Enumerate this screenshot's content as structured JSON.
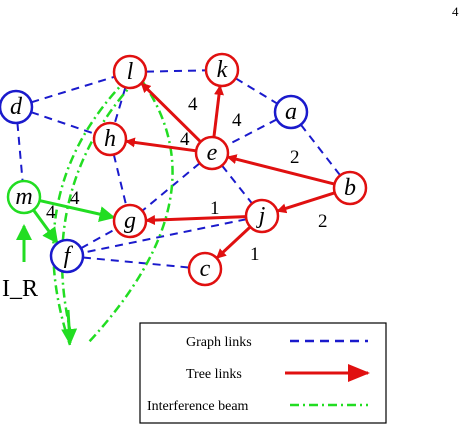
{
  "page_number": "4",
  "colors": {
    "graph_link": "#1a1acc",
    "tree_link": "#e01010",
    "interference_beam": "#22dd22",
    "red_node": "#e01010",
    "blue_node": "#1a1acc",
    "green_node": "#22dd22",
    "text": "#000000"
  },
  "nodes": [
    {
      "id": "l",
      "label": "l",
      "color": "red"
    },
    {
      "id": "k",
      "label": "k",
      "color": "red"
    },
    {
      "id": "d",
      "label": "d",
      "color": "blue"
    },
    {
      "id": "a",
      "label": "a",
      "color": "blue"
    },
    {
      "id": "h",
      "label": "h",
      "color": "red"
    },
    {
      "id": "e",
      "label": "e",
      "color": "red"
    },
    {
      "id": "b",
      "label": "b",
      "color": "red"
    },
    {
      "id": "m",
      "label": "m",
      "color": "green"
    },
    {
      "id": "g",
      "label": "g",
      "color": "red"
    },
    {
      "id": "j",
      "label": "j",
      "color": "red"
    },
    {
      "id": "f",
      "label": "f",
      "color": "blue"
    },
    {
      "id": "c",
      "label": "c",
      "color": "red"
    }
  ],
  "graph_links": [
    [
      "d",
      "l"
    ],
    [
      "l",
      "k"
    ],
    [
      "k",
      "a"
    ],
    [
      "d",
      "h"
    ],
    [
      "l",
      "h"
    ],
    [
      "a",
      "e"
    ],
    [
      "a",
      "b"
    ],
    [
      "d",
      "m"
    ],
    [
      "h",
      "g"
    ],
    [
      "e",
      "g"
    ],
    [
      "e",
      "j"
    ],
    [
      "e",
      "l"
    ],
    [
      "f",
      "g"
    ],
    [
      "f",
      "c"
    ],
    [
      "j",
      "f"
    ],
    [
      "m",
      "f"
    ]
  ],
  "tree_links": [
    {
      "from": "e",
      "to": "l",
      "weight": "4"
    },
    {
      "from": "e",
      "to": "k",
      "weight": "4"
    },
    {
      "from": "e",
      "to": "h",
      "weight": "4"
    },
    {
      "from": "b",
      "to": "e",
      "weight": "2"
    },
    {
      "from": "b",
      "to": "j",
      "weight": "2"
    },
    {
      "from": "j",
      "to": "g",
      "weight": "1"
    },
    {
      "from": "j",
      "to": "c",
      "weight": "1"
    }
  ],
  "green_links": [
    {
      "from": "m",
      "to": "g",
      "weight": "4"
    },
    {
      "from": "m",
      "to": "f",
      "weight": "4"
    }
  ],
  "beam_label": "I_R",
  "legend": {
    "graph_links": "Graph links",
    "tree_links": "Tree links",
    "interference_beam": "Interference beam"
  }
}
